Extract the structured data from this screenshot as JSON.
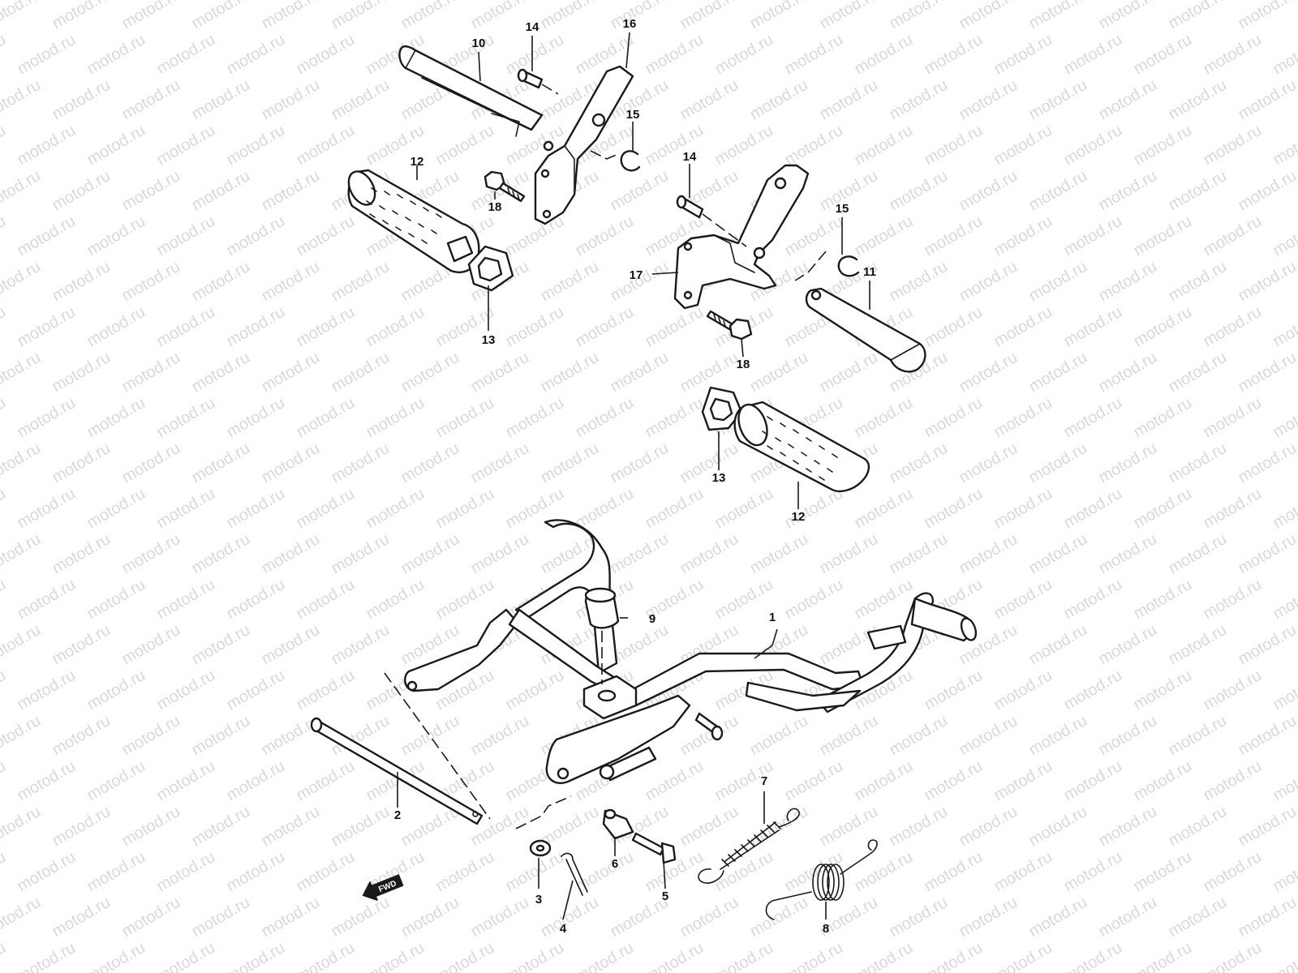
{
  "watermark": {
    "text": "motod.ru",
    "color": "#d9d9d9"
  },
  "callouts": {
    "c1": "1",
    "c2": "2",
    "c3": "3",
    "c4": "4",
    "c5": "5",
    "c6": "6",
    "c7": "7",
    "c8": "8",
    "c9": "9",
    "c10": "10",
    "c11": "11",
    "c12a": "12",
    "c12b": "12",
    "c13a": "13",
    "c13b": "13",
    "c14a": "14",
    "c14b": "14",
    "c15a": "15",
    "c15b": "15",
    "c16": "16",
    "c17": "17",
    "c18a": "18",
    "c18b": "18"
  },
  "direction_marker": {
    "label": "FWD",
    "icon": "fwd-arrow-icon"
  }
}
